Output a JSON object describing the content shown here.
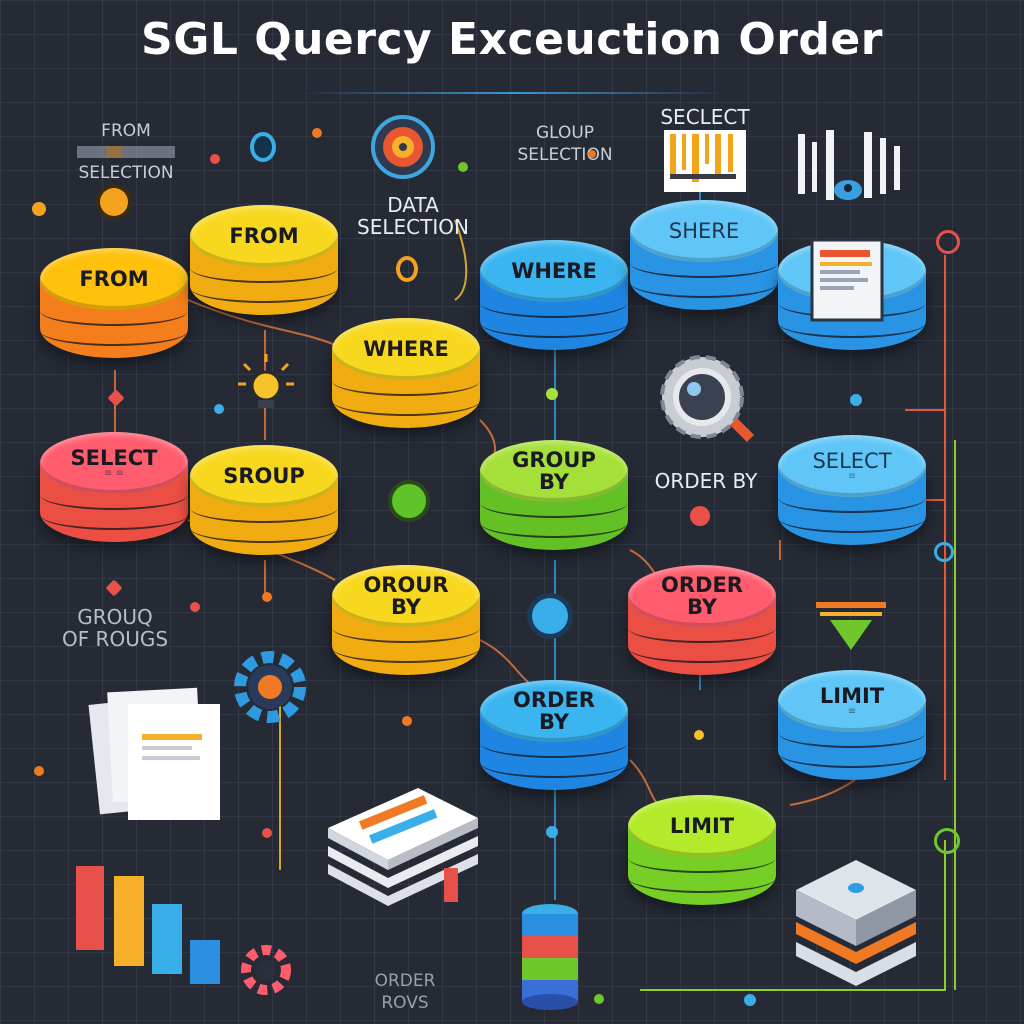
{
  "title": "SGL Quercy Exceuction Order",
  "captions": {
    "top_left_1": "FROM",
    "top_left_2": "SELECTION",
    "data_selection_1": "DATA",
    "data_selection_2": "SELECTION",
    "group_selection_1": "GLOUP",
    "group_selection_2": "SELECTION",
    "select_top": "SECLECT",
    "order_by_caption": "ORDER BY",
    "group_rows_1": "GROUQ",
    "group_rows_2": "OF ROUGS",
    "order_rows_1": "ORDER",
    "order_rows_2": "ROVS"
  },
  "nodes": [
    {
      "id": "from-1",
      "line1": "FROM",
      "line2": "",
      "sub": "",
      "color": "orange"
    },
    {
      "id": "from-2",
      "line1": "FROM",
      "line2": "",
      "sub": "",
      "color": "yellow"
    },
    {
      "id": "where-1",
      "line1": "WHERE",
      "line2": "",
      "sub": "",
      "color": "yellow"
    },
    {
      "id": "where-2",
      "line1": "WHERE",
      "line2": "",
      "sub": "",
      "color": "blue"
    },
    {
      "id": "shere",
      "line1": "SHERE",
      "line2": "",
      "sub": "",
      "color": "lblue"
    },
    {
      "id": "select-1",
      "line1": "SELECT",
      "line2": "",
      "sub": "≡ ≡",
      "color": "red"
    },
    {
      "id": "sroup",
      "line1": "SROUP",
      "line2": "",
      "sub": "",
      "color": "yellow"
    },
    {
      "id": "group-by",
      "line1": "GROUP",
      "line2": "BY",
      "sub": "",
      "color": "green"
    },
    {
      "id": "select-2",
      "line1": "SELECT",
      "line2": "",
      "sub": "≡",
      "color": "lblue"
    },
    {
      "id": "orour-by",
      "line1": "OROUR",
      "line2": "BY",
      "sub": "",
      "color": "yellow"
    },
    {
      "id": "order-by-1",
      "line1": "ORDER",
      "line2": "BY",
      "sub": "",
      "color": "red"
    },
    {
      "id": "order-by-2",
      "line1": "ORDER",
      "line2": "BY",
      "sub": "",
      "color": "blue"
    },
    {
      "id": "limit-1",
      "line1": "LIMIT",
      "line2": "",
      "sub": "≡",
      "color": "lblue"
    },
    {
      "id": "limit-2",
      "line1": "LIMIT",
      "line2": "",
      "sub": "",
      "color": "lime"
    }
  ],
  "icon_names": [
    "target-icon",
    "bar-code-icon",
    "striped-bars-icon",
    "document-icon",
    "lightbulb-icon",
    "magnifier-gear-icon",
    "gear-icon",
    "stacked-papers-icon",
    "books-icon",
    "bar-chart-icon",
    "stacked-disks-icon",
    "server-icon",
    "funnel-icon"
  ],
  "colors": {
    "background": "#252a35",
    "yellow": "#f8d81e",
    "orange": "#f37e1b",
    "blue": "#1e86e2",
    "red": "#eb4f43",
    "green": "#63c125",
    "lime": "#b3ea2a"
  }
}
